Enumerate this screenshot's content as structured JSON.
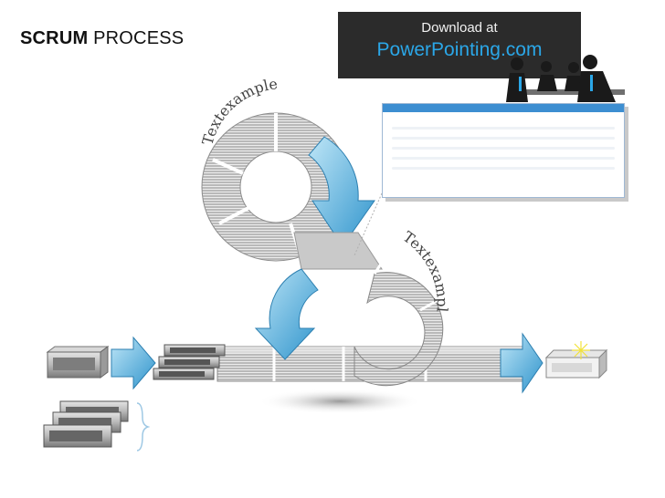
{
  "header": {
    "title_bold": "SCRUM",
    "title_rest": "PROCESS"
  },
  "promo": {
    "line1": "Download at",
    "line2": "PowerPointing.com"
  },
  "diagram": {
    "upper_cycle_label": "Textexample",
    "lower_cycle_label": "Textexample"
  },
  "colors": {
    "arrow_blue": "#4aa8d8",
    "callout_accent": "#3d8ed1",
    "promo_link": "#2ba7e8"
  }
}
